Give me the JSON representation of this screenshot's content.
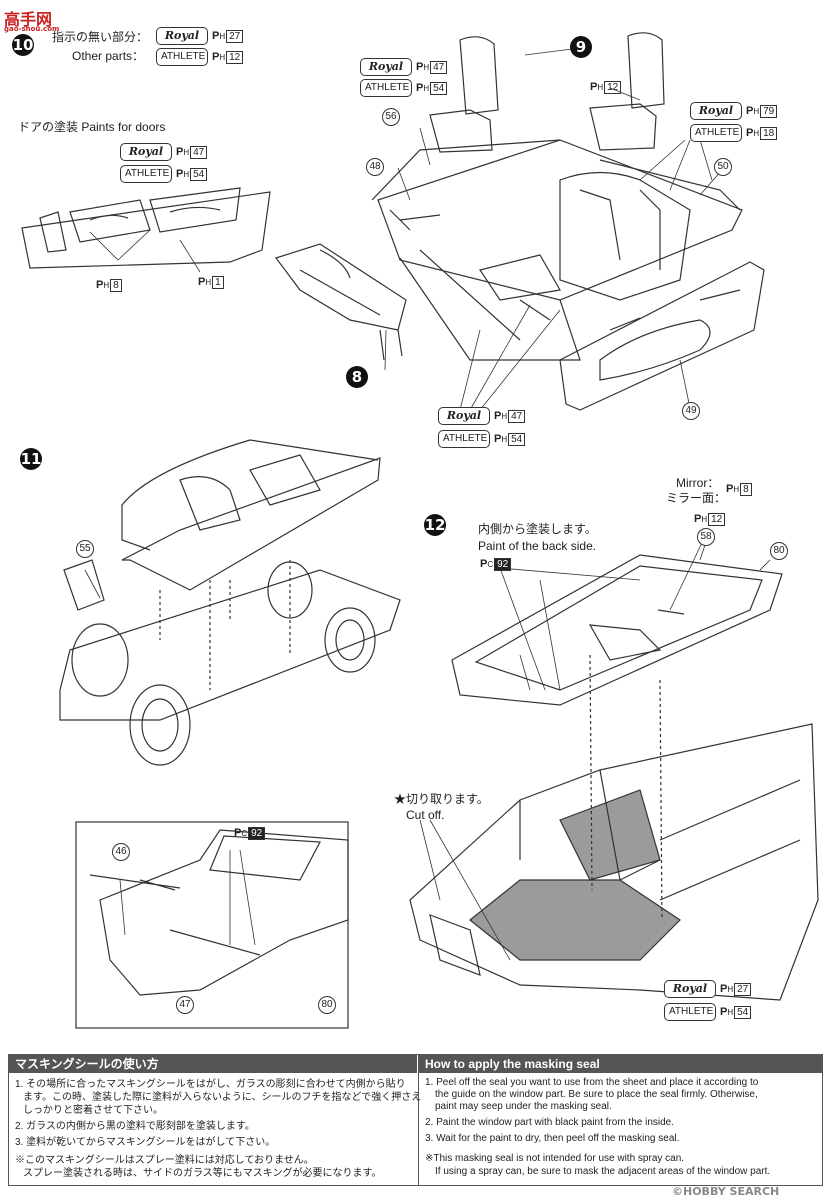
{
  "watermark": {
    "logo_text": "高手网",
    "logo_sub": "gao-shou.com",
    "bottom": "HOBBY SEARCH",
    "bottom_glyph": "©"
  },
  "step10": {
    "number": "10",
    "jp_label": "指示の無い部分：",
    "en_label": "Other parts：",
    "royal_paint": "27",
    "athlete_paint": "12",
    "doors_label": "ドアの塗装 Paints for doors",
    "doors_royal_paint": "47",
    "doors_athlete_paint": "54",
    "door_paint_1": "8",
    "door_paint_2": "1",
    "seat_left_royal": "47",
    "seat_left_athlete": "54",
    "seat_right_paint": "12",
    "deck_royal": "79",
    "deck_athlete": "18",
    "floor_royal": "47",
    "floor_athlete": "54",
    "parts": [
      "9",
      "56",
      "48",
      "50",
      "8",
      "49"
    ]
  },
  "step11": {
    "number": "11",
    "parts": [
      "55"
    ]
  },
  "step12": {
    "number": "12",
    "inside_jp": "内側から塗装します。",
    "inside_en": "Paint of the back side.",
    "window_paint": "92",
    "mirror_en": "Mirror：",
    "mirror_jp": "ミラー面：",
    "mirror_paint": "8",
    "mirror_base_paint": "12",
    "cut_jp": "★切り取ります。",
    "cut_en": "Cut off.",
    "inset_paint": "92",
    "body_royal": "27",
    "body_athlete": "54",
    "parts": [
      "58",
      "80",
      "46",
      "47",
      "80"
    ]
  },
  "labels": {
    "royal": "Royal",
    "athlete": "ATHLETE",
    "p_prefix": "P",
    "h_sub": "H",
    "c_sub": "C"
  },
  "footer": {
    "jp_title": "マスキングシールの使い方",
    "en_title": "How to apply the masking seal",
    "jp_lines": [
      "1. その場所に合ったマスキングシールをはがし、ガラスの彫刻に合わせて内側から貼り",
      "ます。この時、塗装した際に塗料が入らないように、シールのフチを指などで強く押さえ",
      "しっかりと密着させて下さい。",
      "2. ガラスの内側から黒の塗料で彫刻部を塗装します。",
      "3. 塗料が乾いてからマスキングシールをはがして下さい。",
      "※このマスキングシールはスプレー塗料には対応しておりません。",
      "スプレー塗装される時は、サイドのガラス等にもマスキングが必要になります。"
    ],
    "en_lines": [
      "1. Peel off the seal you want to use from the sheet and place it according to",
      "the guide on the window part. Be sure to place the seal firmly. Otherwise,",
      "paint may seep under the masking seal.",
      "2. Paint the window part with black paint from the inside.",
      "3. Wait for the paint to dry, then peel off the masking seal.",
      "※This masking seal is not intended for use with spray can.",
      "If using a spray can, be sure to mask the adjacent areas of the window part."
    ]
  }
}
